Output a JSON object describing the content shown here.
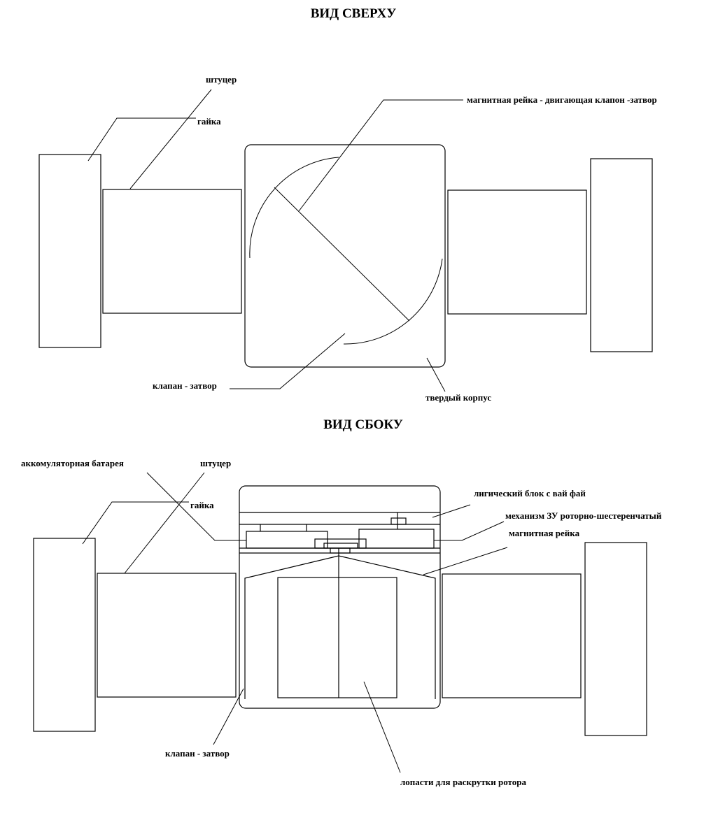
{
  "top_view": {
    "title": "ВИД СВЕРХУ",
    "labels": {
      "fitting": "штуцер",
      "nut": "гайка",
      "magnetic_rail": "магнитная рейка - двигающая клапон -затвор",
      "valve": "клапан - затвор",
      "housing": "твердый корпус"
    }
  },
  "side_view": {
    "title": "ВИД СБОКУ",
    "labels": {
      "battery": "аккомуляторная батарея",
      "fitting": "штуцер",
      "nut": "гайка",
      "logic_block": "лигический блок с вай фай",
      "charger": "механизм ЗУ роторно-шестеренчатый",
      "magnetic_rail": "магнитная рейка",
      "valve": "клапан - затвор",
      "blades": "лопасти для раскрутки ротора"
    }
  }
}
